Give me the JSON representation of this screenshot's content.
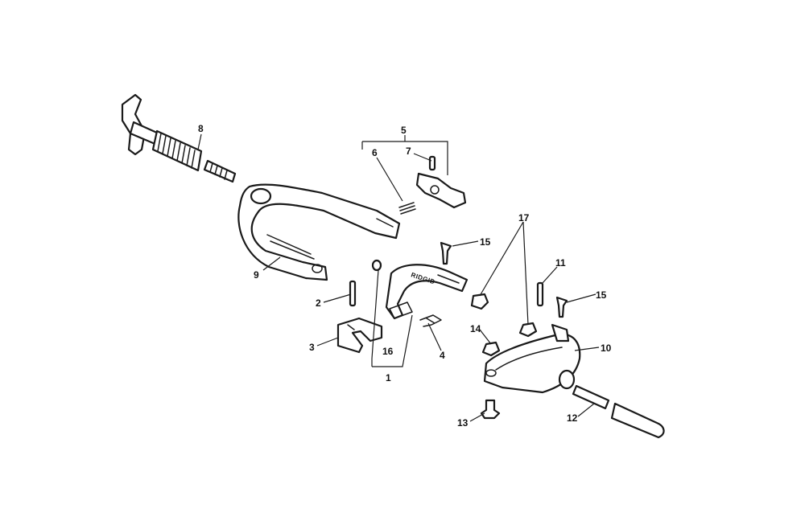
{
  "diagram": {
    "brand_mark": "RIDGID",
    "callouts": [
      {
        "id": "c1",
        "label": "1"
      },
      {
        "id": "c2",
        "label": "2"
      },
      {
        "id": "c3",
        "label": "3"
      },
      {
        "id": "c4",
        "label": "4"
      },
      {
        "id": "c5",
        "label": "5"
      },
      {
        "id": "c6",
        "label": "6"
      },
      {
        "id": "c7",
        "label": "7"
      },
      {
        "id": "c8",
        "label": "8"
      },
      {
        "id": "c9",
        "label": "9"
      },
      {
        "id": "c10",
        "label": "10"
      },
      {
        "id": "c11",
        "label": "11"
      },
      {
        "id": "c12",
        "label": "12"
      },
      {
        "id": "c13",
        "label": "13"
      },
      {
        "id": "c14",
        "label": "14"
      },
      {
        "id": "c15a",
        "label": "15"
      },
      {
        "id": "c15b",
        "label": "15"
      },
      {
        "id": "c16",
        "label": "16"
      },
      {
        "id": "c17",
        "label": "17"
      }
    ],
    "colors": {
      "ink": "#1a1a1a",
      "paper": "#ffffff"
    }
  }
}
